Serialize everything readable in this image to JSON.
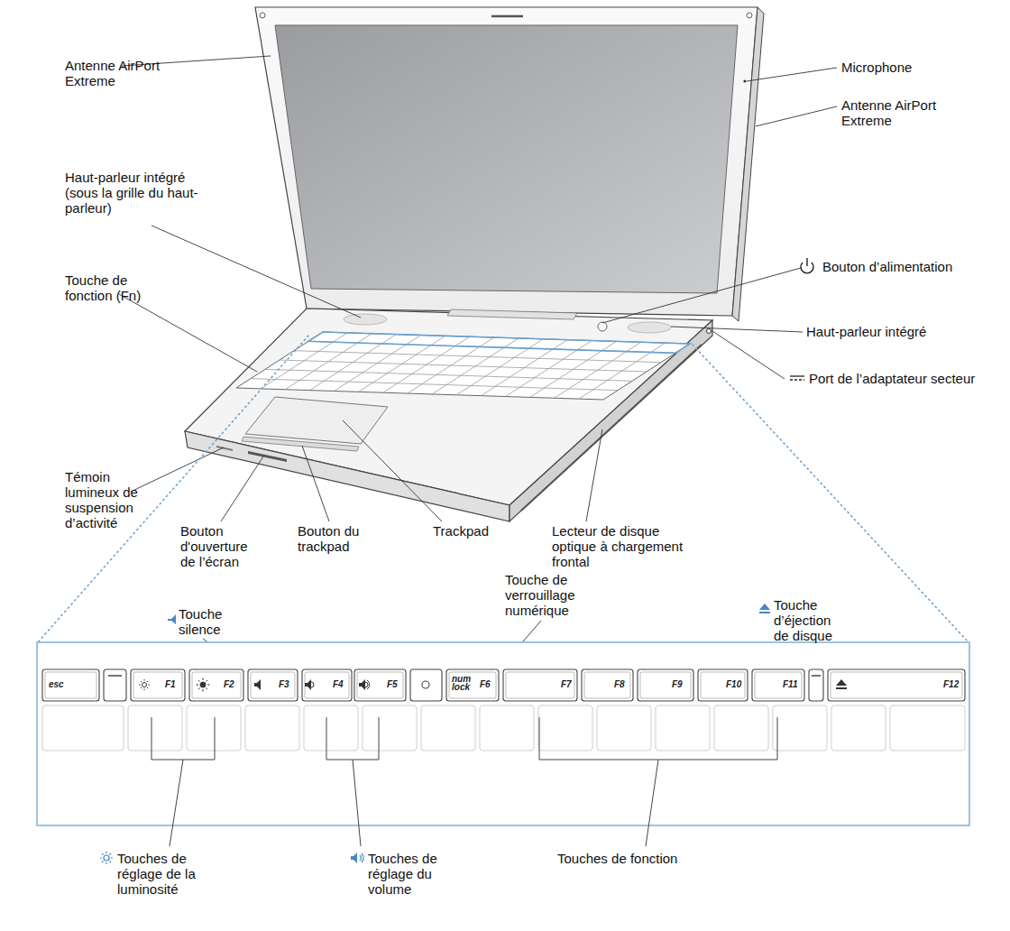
{
  "diagram": {
    "labels": [
      "Antenne AirPort Extreme",
      "Microphone",
      "Antenne AirPort Extreme",
      "Haut-parleur intégré (sous la grille du haut-parleur)",
      "Bouton d’alimentation",
      "Touche de fonction (Fn)",
      "Haut-parleur intégré",
      "Port de l’adaptateur secteur",
      "Témoin lumineux de suspension d’activité",
      "Bouton d'ouverture de l’écran",
      "Bouton du trackpad",
      "Trackpad",
      "Lecteur de disque optique à chargement frontal",
      "Touche de verrouillage numérique",
      "Touche silence",
      "Touche d’éjection de disque",
      "esc",
      "F1",
      "F2",
      "F3",
      "F4",
      "F5",
      "num lock",
      "F6",
      "F7",
      "F8",
      "F9",
      "F10",
      "F11",
      "F12",
      "Touches de réglage de la luminosité",
      "Touches de réglage du volume",
      "Touches de fonction"
    ]
  }
}
